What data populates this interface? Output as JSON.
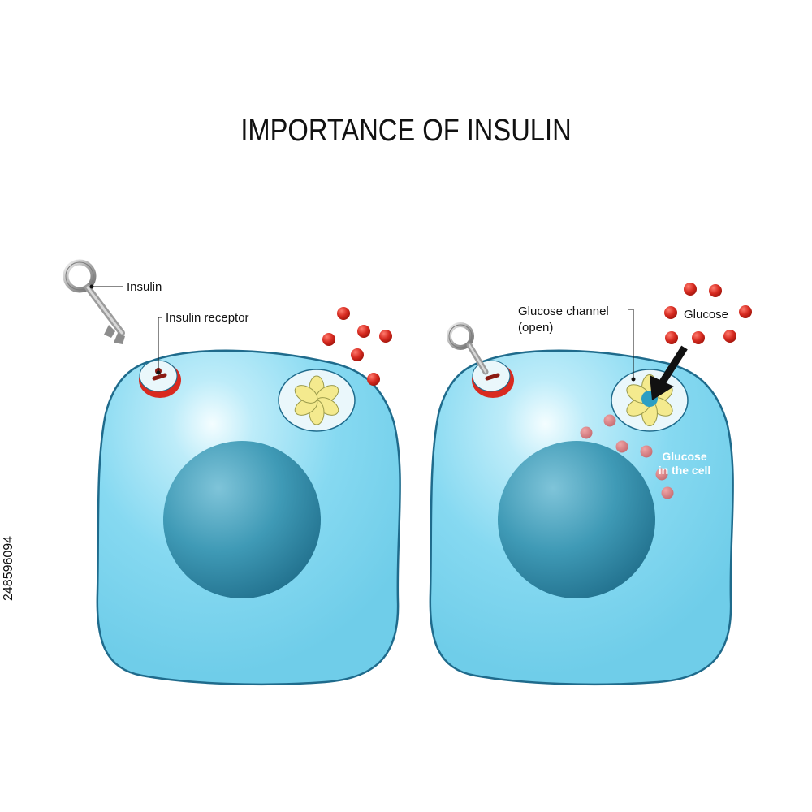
{
  "title": "IMPORTANCE OF INSULIN",
  "labels": {
    "insulin": "Insulin",
    "insulin_receptor": "Insulin receptor",
    "glucose_channel": "Glucose channel",
    "glucose_channel_state": "(open)",
    "glucose": "Glucose",
    "glucose_in_cell_line1": "Glucose",
    "glucose_in_cell_line2": "in the cell"
  },
  "watermark_id": "248596094",
  "colors": {
    "cell_fill": "#7fd6ef",
    "cell_outline": "#1f6b8c",
    "nucleus": "#3a9bb8",
    "glucose": "#d72b22",
    "channel_petal": "#f4ea8e",
    "receptor_red": "#d92a20"
  }
}
